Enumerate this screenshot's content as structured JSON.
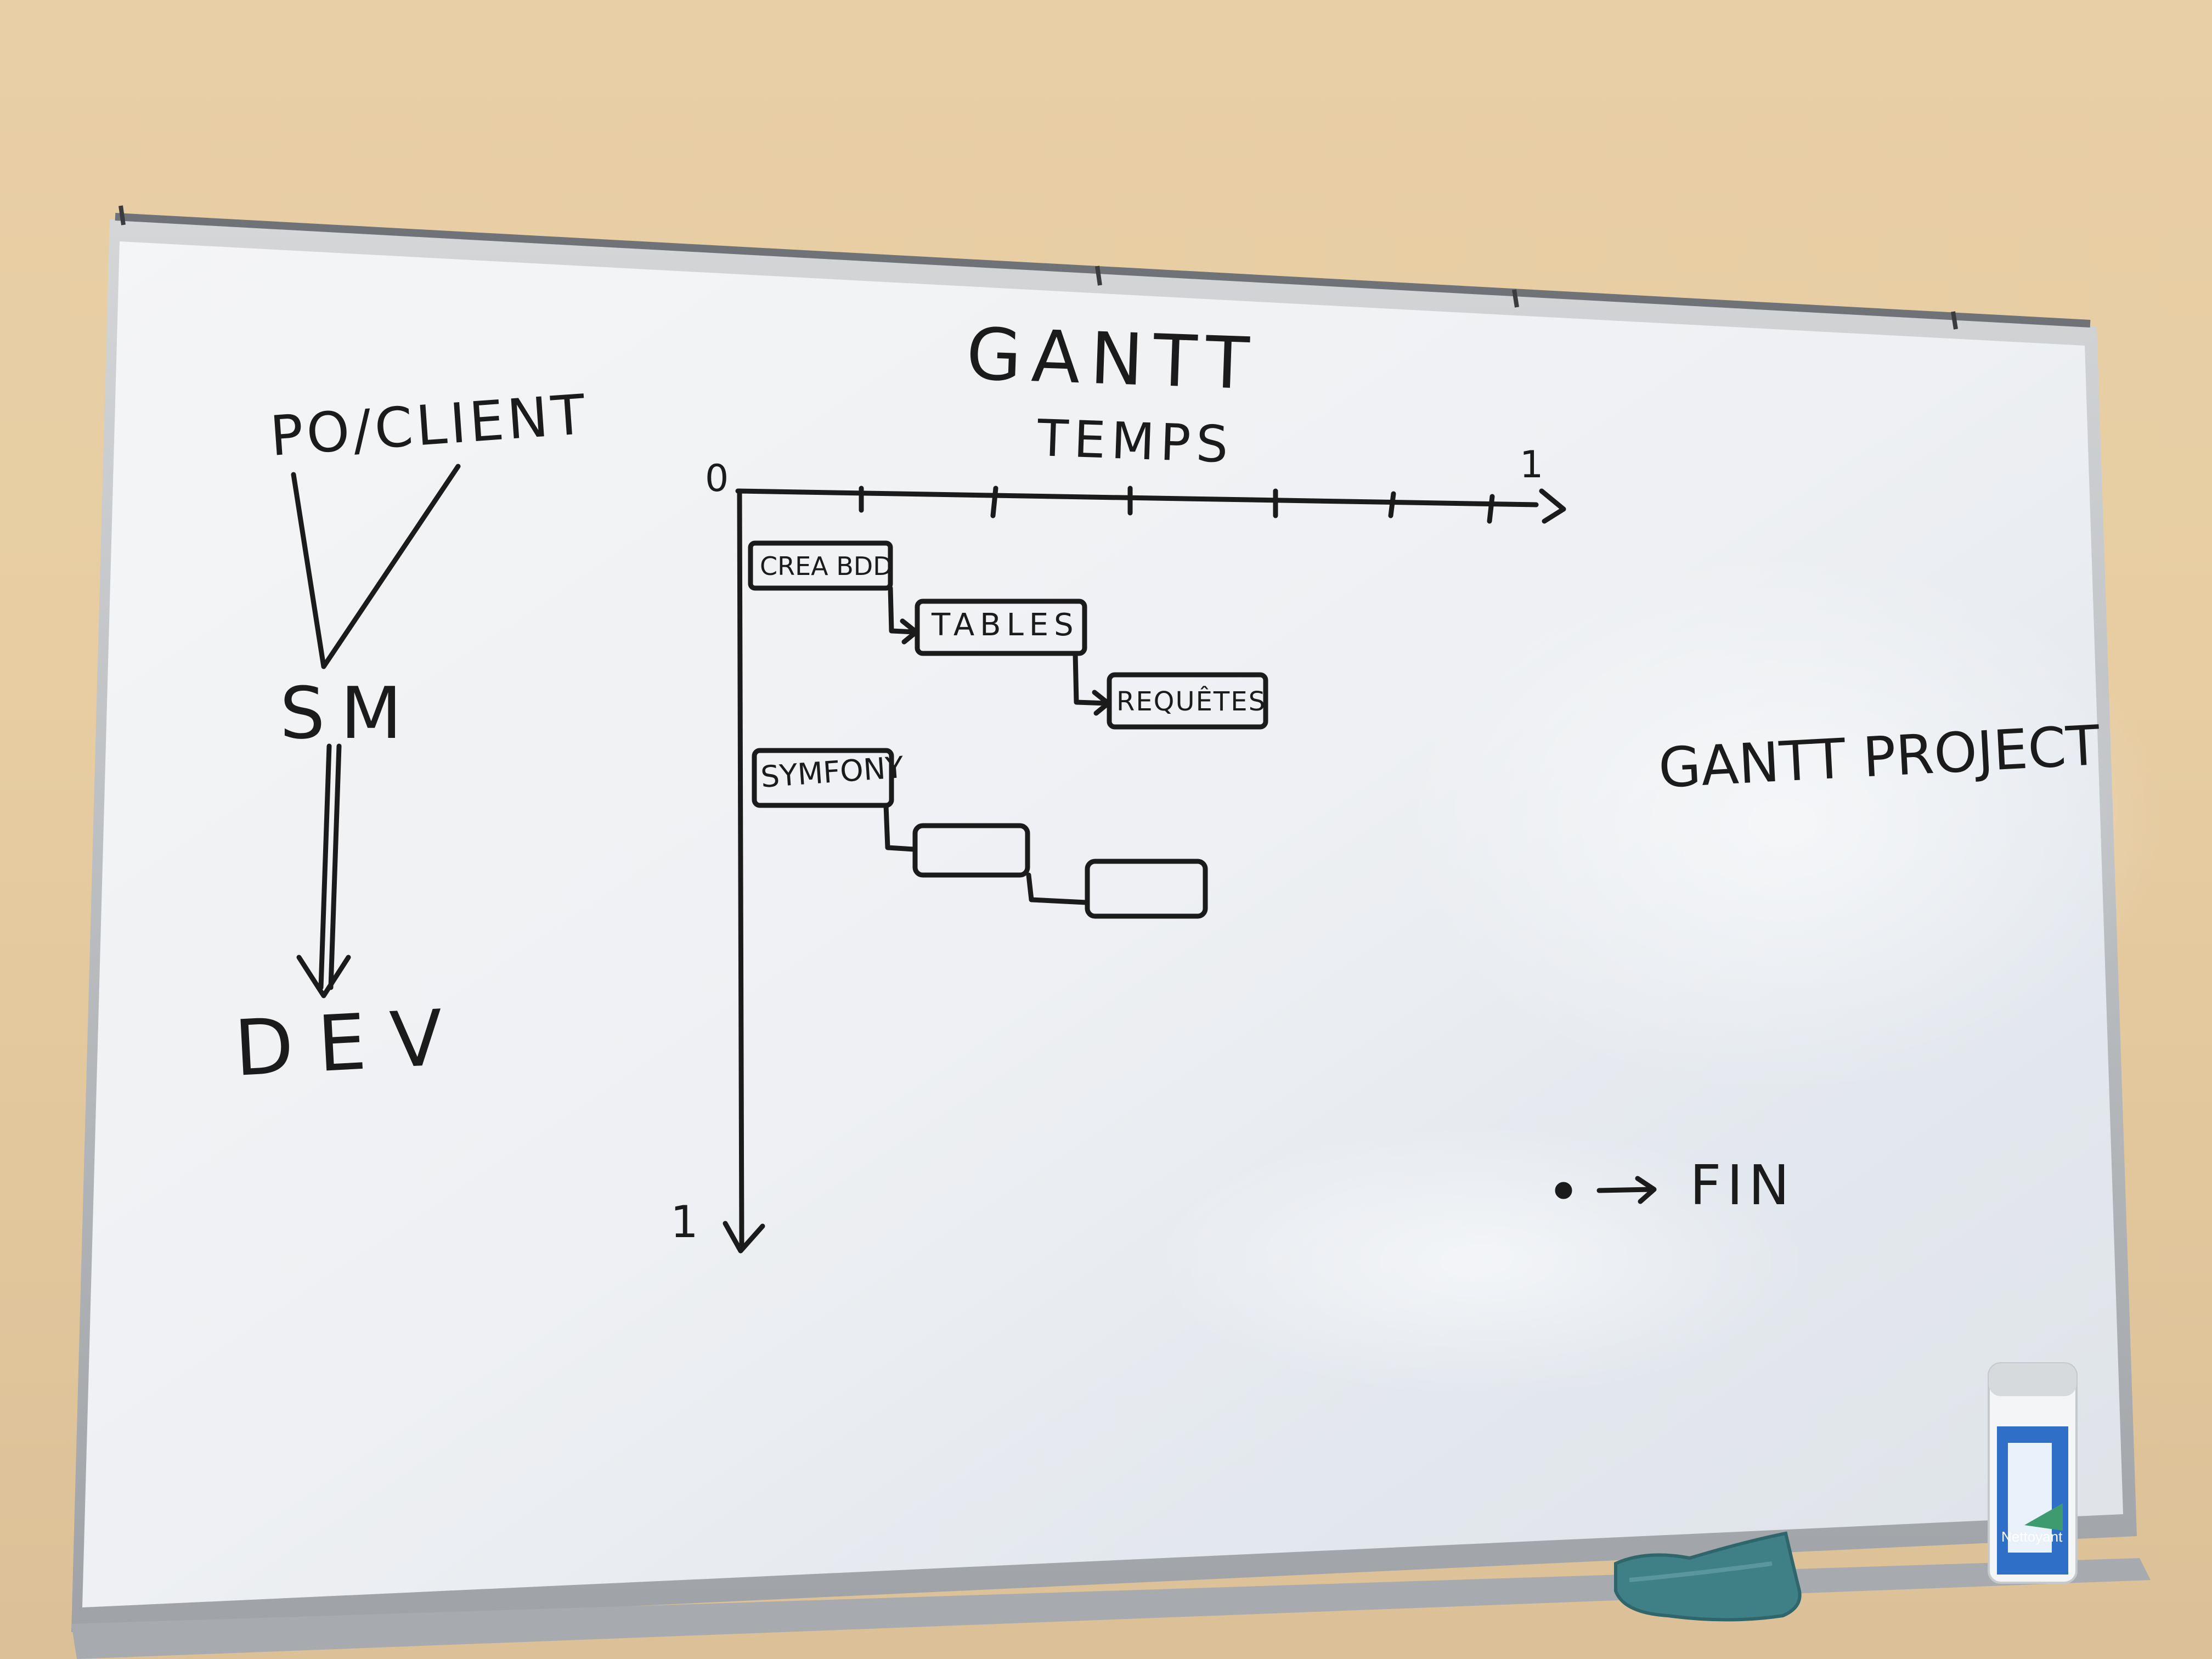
{
  "whiteboard": {
    "title": "GANTT",
    "left_notes": {
      "top": "PO/CLIENT",
      "middle": "SM",
      "bottom": "DEV"
    },
    "chart": {
      "axis_title": "TEMPS",
      "origin_label": "0",
      "x_end_label": "1",
      "y_end_label": "1",
      "tasks": [
        "CREA BDD",
        "TABLES",
        "REQUÊTES",
        "SYMFONY",
        "",
        ""
      ]
    },
    "right_notes": {
      "project": "GANTT PROJECT",
      "legend": "FIN"
    }
  },
  "colors": {
    "wall": "#e8cda2",
    "board": "#f1f3f5",
    "marker": "#1b1b1b",
    "frame": "#b9bcbf",
    "cloth": "#3f7f86",
    "spray_can": "#2f6fc7"
  },
  "objects": {
    "spray_can_label": "Nettoyant",
    "cloth": "towel"
  }
}
